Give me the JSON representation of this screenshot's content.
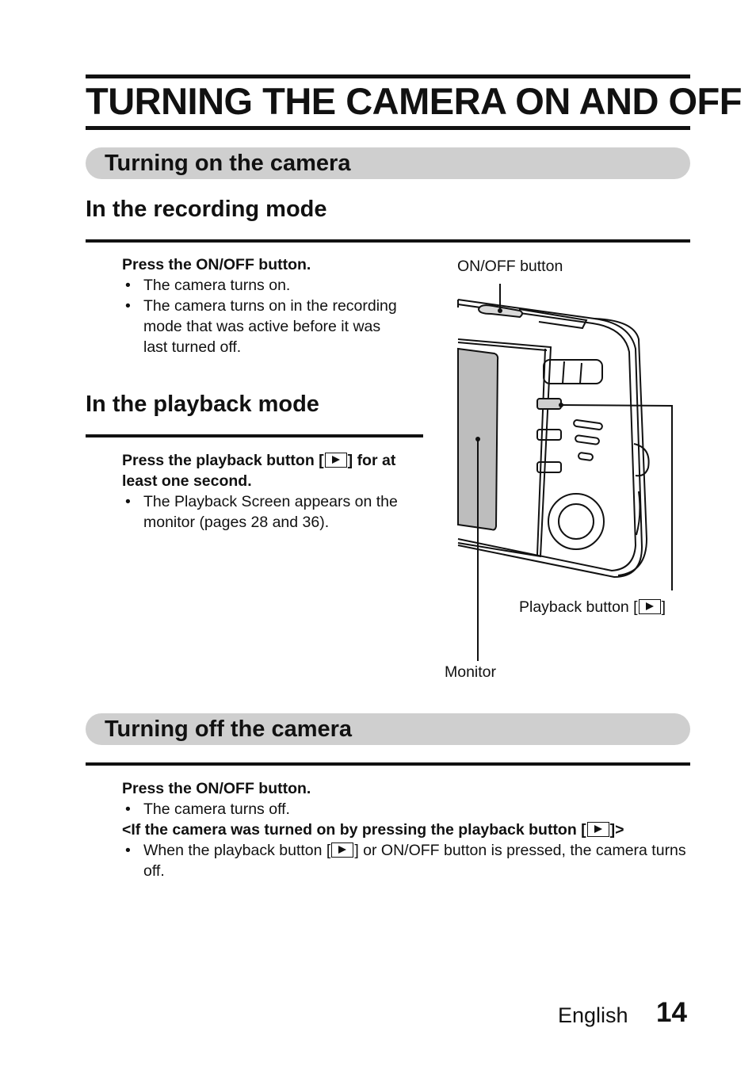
{
  "page": {
    "title": "TURNING THE CAMERA ON AND OFF",
    "language": "English",
    "page_number": "14"
  },
  "turning_on": {
    "heading": "Turning on the camera",
    "recording": {
      "heading": "In the recording mode",
      "step": "Press the ON/OFF button.",
      "bullets": [
        "The camera turns on.",
        "The camera turns on in the recording mode that was active before it was last turned off."
      ]
    },
    "playback": {
      "heading": "In the playback mode",
      "step_before_icon": "Press the playback button [",
      "step_after_icon": "] for at least one second.",
      "bullets": [
        "The Playback Screen appears on the monitor (pages 28 and 36)."
      ]
    }
  },
  "illustration": {
    "onoff_label": "ON/OFF button",
    "playback_label_before": "Playback button [",
    "playback_label_after": "]",
    "monitor_label": "Monitor"
  },
  "turning_off": {
    "heading": "Turning off the camera",
    "step": "Press the ON/OFF button.",
    "bullet1": "The camera turns off.",
    "note_before_icon": "<If the camera was turned on by pressing the playback button [",
    "note_after_icon": "]>",
    "bullet2_before_icon": "When the playback button [",
    "bullet2_after_icon": "] or ON/OFF button is pressed, the camera turns off."
  },
  "icons": {
    "playback": "playback-icon"
  }
}
